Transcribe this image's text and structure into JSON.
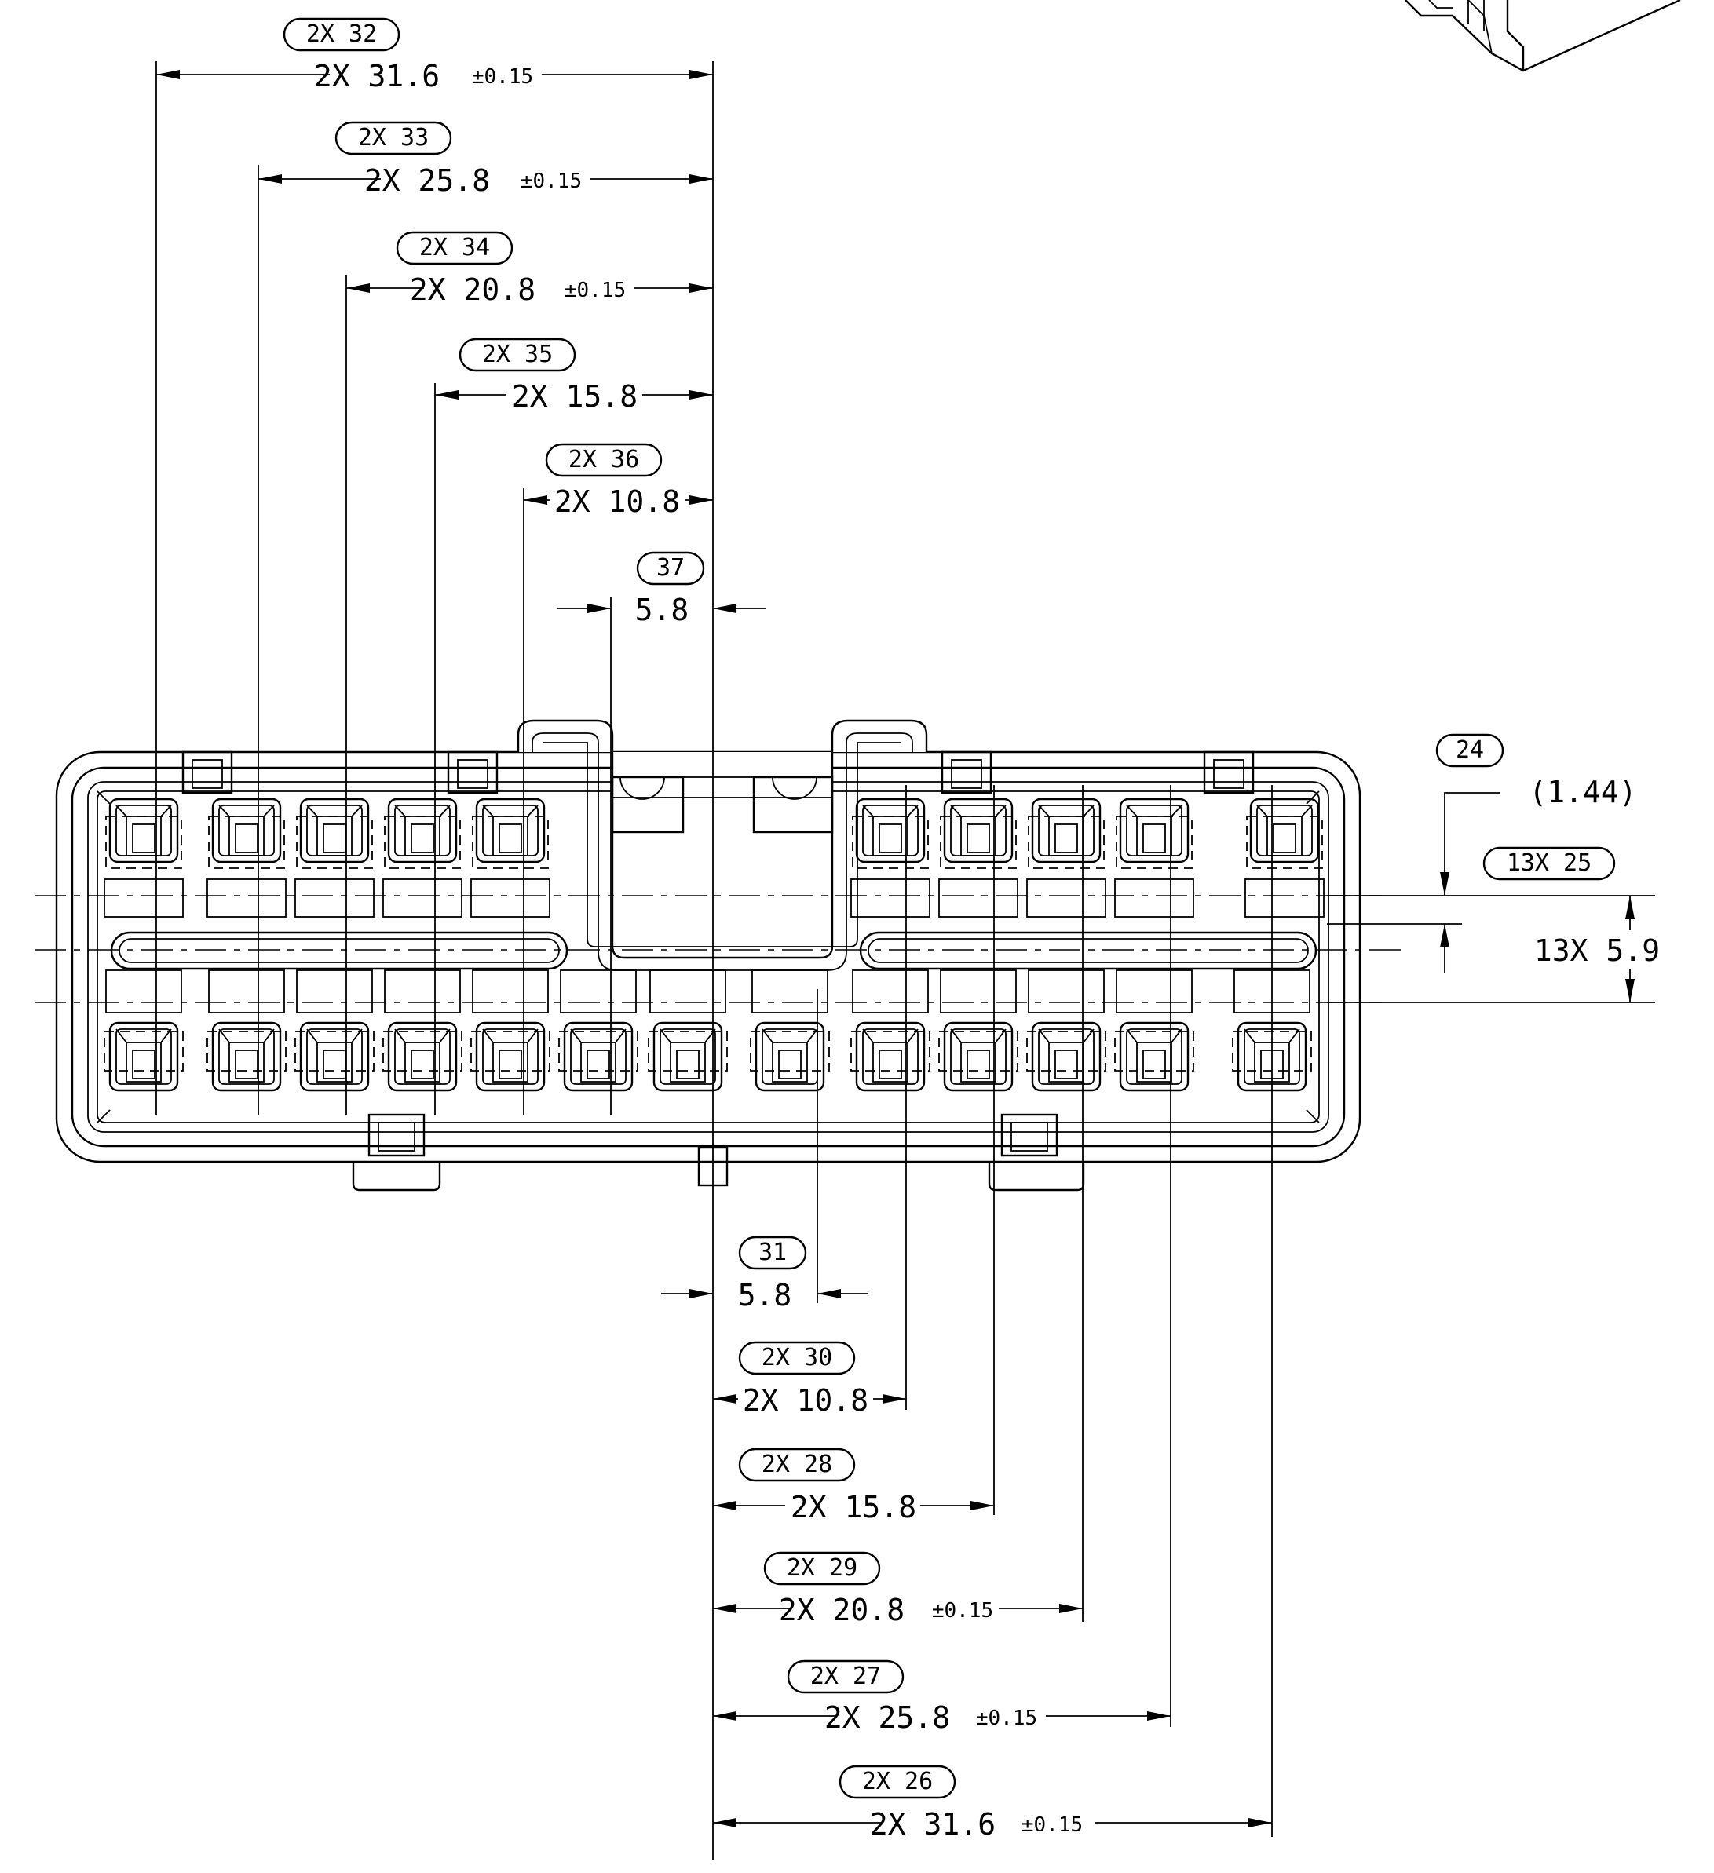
{
  "title": "",
  "dimensions_top": [
    {
      "balloon": "2X 32",
      "value": "2X 31.6",
      "tolerance": "±0.15"
    },
    {
      "balloon": "2X 33",
      "value": "2X 25.8",
      "tolerance": "±0.15"
    },
    {
      "balloon": "2X 34",
      "value": "2X 20.8",
      "tolerance": "±0.15"
    },
    {
      "balloon": "2X 35",
      "value": "2X 15.8",
      "tolerance": ""
    },
    {
      "balloon": "2X 36",
      "value": "2X 10.8",
      "tolerance": ""
    },
    {
      "balloon": "37",
      "value": "5.8",
      "tolerance": ""
    }
  ],
  "dimensions_bottom": [
    {
      "balloon": "31",
      "value": "5.8",
      "tolerance": ""
    },
    {
      "balloon": "2X 30",
      "value": "2X 10.8",
      "tolerance": ""
    },
    {
      "balloon": "2X 28",
      "value": "2X 15.8",
      "tolerance": ""
    },
    {
      "balloon": "2X 29",
      "value": "2X 20.8",
      "tolerance": "±0.15"
    },
    {
      "balloon": "2X 27",
      "value": "2X 25.8",
      "tolerance": "±0.15"
    },
    {
      "balloon": "2X 26",
      "value": "2X 31.6",
      "tolerance": "±0.15"
    }
  ],
  "dimensions_right": [
    {
      "balloon": "24",
      "value": "(1.44)"
    },
    {
      "balloon": "13X 25",
      "value": "13X 5.9"
    }
  ],
  "connector": {
    "top_row_cavities": 10,
    "bottom_row_cavities": 13
  }
}
